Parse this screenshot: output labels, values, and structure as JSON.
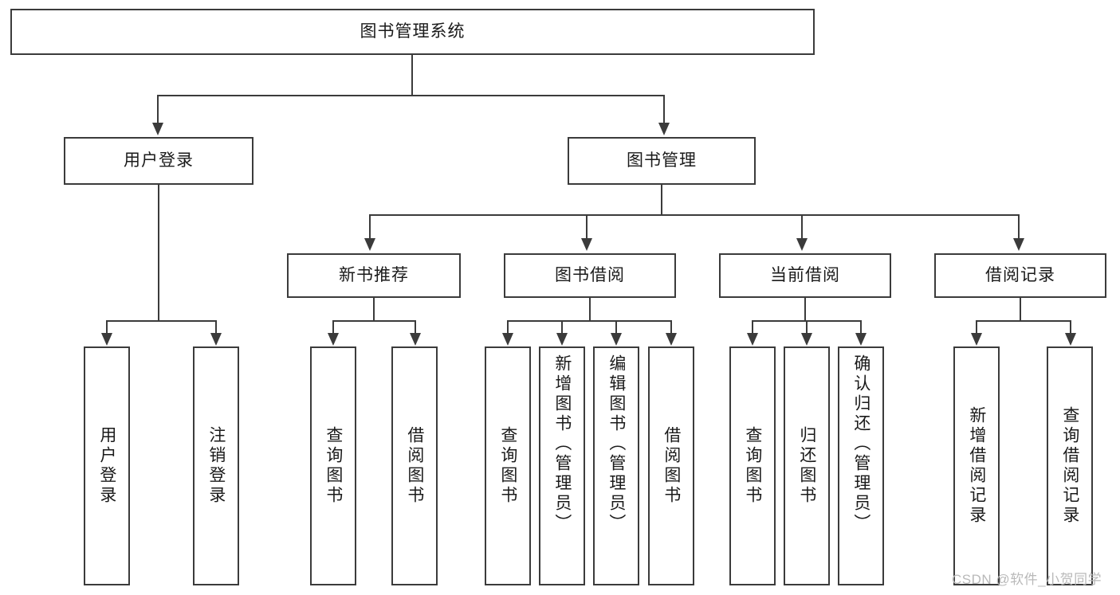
{
  "diagram": {
    "type": "tree",
    "title": "图书管理系统",
    "root": {
      "label": "图书管理系统"
    },
    "level2": [
      {
        "label": "用户登录"
      },
      {
        "label": "图书管理"
      }
    ],
    "level3": [
      {
        "label": "新书推荐"
      },
      {
        "label": "图书借阅"
      },
      {
        "label": "当前借阅"
      },
      {
        "label": "借阅记录"
      }
    ],
    "leaves": {
      "user_login": [
        {
          "label": "用户登录"
        },
        {
          "label": "注销登录"
        }
      ],
      "new_book_recommend": [
        {
          "label": "查询图书"
        },
        {
          "label": "借阅图书"
        }
      ],
      "book_borrow": [
        {
          "label": "查询图书"
        },
        {
          "label": "新增图书（管理员）"
        },
        {
          "label": "编辑图书（管理员）"
        },
        {
          "label": "借阅图书"
        }
      ],
      "current_borrow": [
        {
          "label": "查询图书"
        },
        {
          "label": "归还图书"
        },
        {
          "label": "确认归还（管理员）"
        }
      ],
      "borrow_record": [
        {
          "label": "新增借阅记录"
        },
        {
          "label": "查询借阅记录"
        }
      ]
    }
  },
  "watermark": {
    "text": "CSDN @软件_小贺同学"
  },
  "colors": {
    "stroke": "#3b3b3b",
    "fill": "#ffffff",
    "text": "#1a1a1a",
    "watermark": "#b9b9b9"
  }
}
